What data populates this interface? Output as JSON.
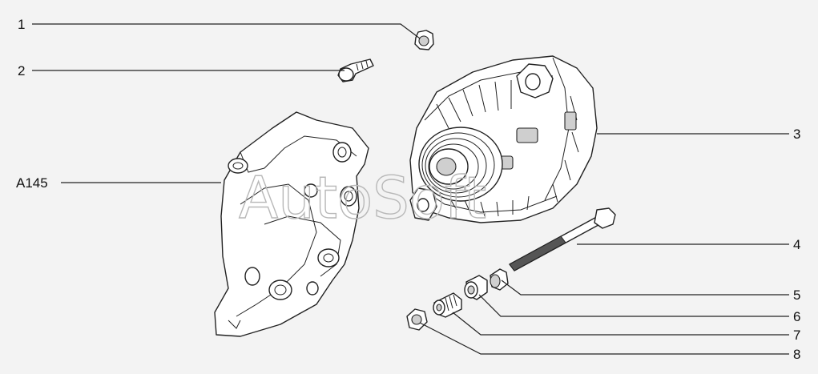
{
  "diagram": {
    "watermark": "AutoSoft",
    "callouts": [
      {
        "id": "1",
        "label": "1"
      },
      {
        "id": "2",
        "label": "2"
      },
      {
        "id": "3",
        "label": "3"
      },
      {
        "id": "4",
        "label": "4"
      },
      {
        "id": "5",
        "label": "5"
      },
      {
        "id": "6",
        "label": "6"
      },
      {
        "id": "7",
        "label": "7"
      },
      {
        "id": "8",
        "label": "8"
      },
      {
        "id": "A145",
        "label": "A145"
      }
    ]
  }
}
